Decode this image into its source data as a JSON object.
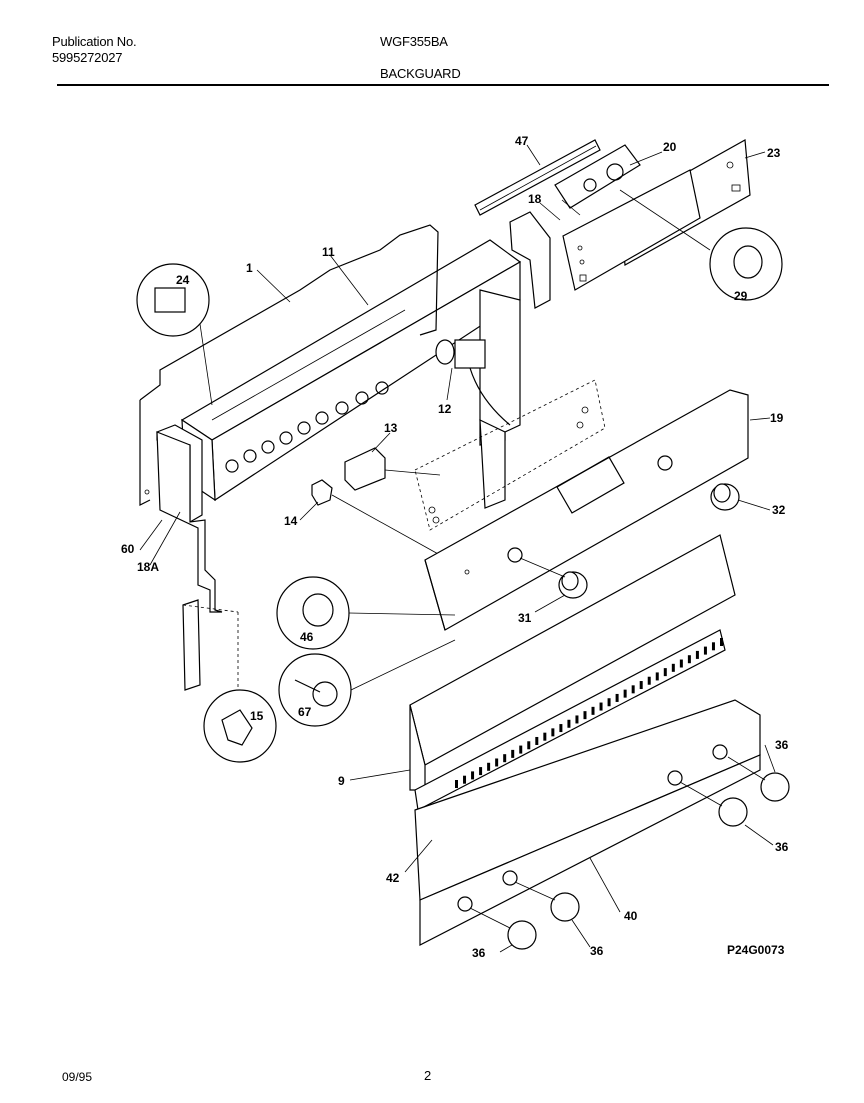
{
  "header": {
    "publication_label": "Publication No.",
    "publication_number": "5995272027",
    "model": "WGF355BA",
    "section": "BACKGUARD"
  },
  "footer": {
    "date": "09/95",
    "page": "2",
    "diagram_code": "P24G0073"
  },
  "callouts": {
    "c1": "1",
    "c9": "9",
    "c11": "11",
    "c12": "12",
    "c13": "13",
    "c14": "14",
    "c15": "15",
    "c18": "18",
    "c18a": "18A",
    "c19": "19",
    "c20": "20",
    "c23": "23",
    "c24": "24",
    "c29": "29",
    "c31": "31",
    "c32": "32",
    "c36a": "36",
    "c36b": "36",
    "c36c": "36",
    "c36d": "36",
    "c40": "40",
    "c42": "42",
    "c46": "46",
    "c47": "47",
    "c60": "60",
    "c67": "67"
  }
}
